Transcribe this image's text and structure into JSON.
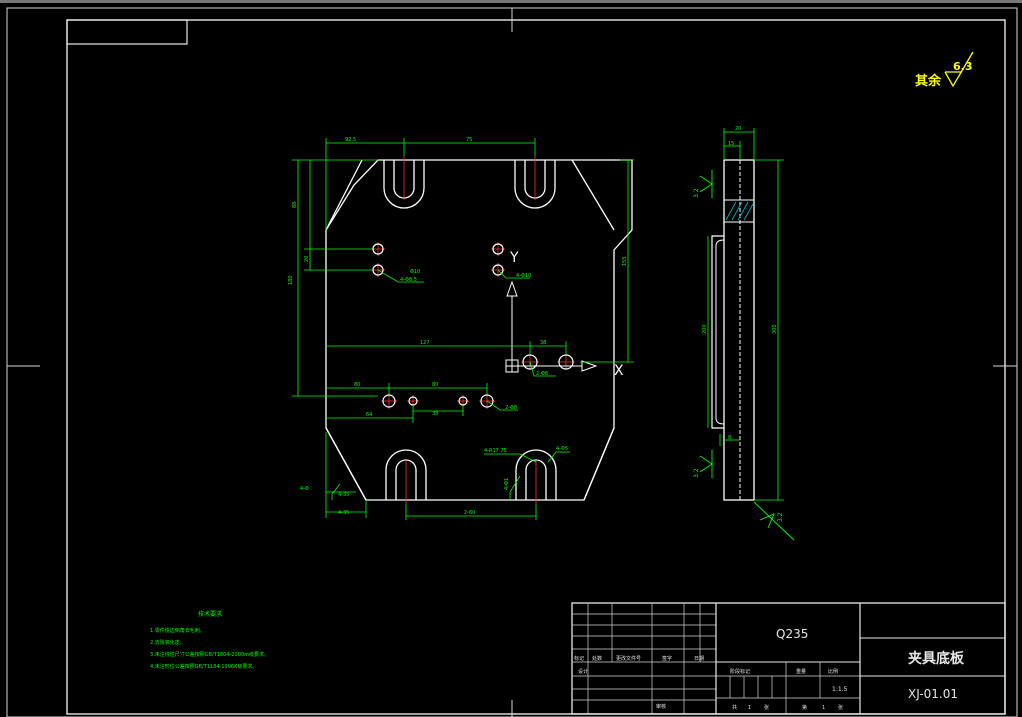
{
  "drawing": {
    "part_title": "夹具底板",
    "drawing_number": "XJ-01.01",
    "material": "Q235",
    "scale": "1:1.5",
    "roughness_general": {
      "label": "其余",
      "value": "6.3"
    }
  },
  "front_view_dims": {
    "d1": "92.5",
    "d2": "75",
    "d3": "88",
    "d4": "20",
    "d5": "180",
    "d6": "155",
    "d7": "127",
    "d8": "38",
    "d9": "80",
    "d10": "80",
    "d11": "38",
    "d12": "64",
    "d13": "2-Φ8",
    "d14": "2-Φ8",
    "d15": "4-Φ8.5",
    "d16": "4-Φ10",
    "d17": "Φ10",
    "d18": "4-R17.75",
    "d19": "4-Φ5",
    "d20": "4-Φ1",
    "d21": "4-35",
    "d22": "4-35",
    "d23": "2-60",
    "d24": "4-Φ",
    "x_label": "X",
    "y_label": "Y"
  },
  "side_view_dims": {
    "t1": "20",
    "t2": "15",
    "h1": "300",
    "h2": "200",
    "h3": "8",
    "rough1": "3.2",
    "rough2": "3.2",
    "rough3": "3.2"
  },
  "tech_requirements": {
    "title": "技术要求",
    "items": [
      "1.零件锐边倒角去毛刺。",
      "2.去除氧化皮。",
      "3.未注线性尺寸公差按照GB/T1804-2000m级要求。",
      "4.未注形位公差按照GB/T1184-1996K级要求。"
    ]
  },
  "title_block": {
    "labels": {
      "mark": "标记",
      "count": "处数",
      "doc": "更改文件号",
      "sign": "签字",
      "date": "日期",
      "design": "设计",
      "approve": "审核",
      "stage": "阶段标记",
      "weight": "重量",
      "ratio": "比例",
      "total": "共",
      "sheets": "张",
      "sheet_no": "第",
      "sheet_word": "张",
      "total_n": "1",
      "sheet_n": "1"
    }
  }
}
